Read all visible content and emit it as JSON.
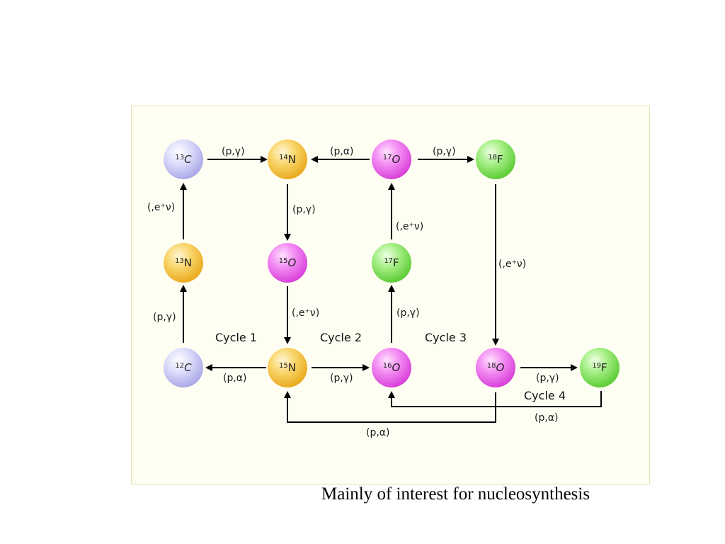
{
  "colors": {
    "blue": "#c7c6f3",
    "orange": "#f7c33b",
    "magenta": "#ef62ef",
    "green": "#7fe05a"
  },
  "nodes": {
    "c13": {
      "mass": "13",
      "symbol": "C",
      "color": "blue"
    },
    "n14": {
      "mass": "14",
      "symbol": "N",
      "color": "orange"
    },
    "o17": {
      "mass": "17",
      "symbol": "O",
      "color": "magenta"
    },
    "f18": {
      "mass": "18",
      "symbol": "F",
      "color": "green"
    },
    "n13": {
      "mass": "13",
      "symbol": "N",
      "color": "orange"
    },
    "o15": {
      "mass": "15",
      "symbol": "O",
      "color": "magenta"
    },
    "f17": {
      "mass": "17",
      "symbol": "F",
      "color": "green"
    },
    "c12": {
      "mass": "12",
      "symbol": "C",
      "color": "blue"
    },
    "n15": {
      "mass": "15",
      "symbol": "N",
      "color": "orange"
    },
    "o16": {
      "mass": "16",
      "symbol": "O",
      "color": "magenta"
    },
    "o18": {
      "mass": "18",
      "symbol": "O",
      "color": "magenta"
    },
    "f19": {
      "mass": "19",
      "symbol": "F",
      "color": "green"
    }
  },
  "reactions": {
    "c13_n14": "(p,γ)",
    "o17_n14": "(p,α)",
    "o17_f18": "(p,γ)",
    "n13_c13": "(,e⁺ν)",
    "n14_o15": "(p,γ)",
    "f17_o17": "(,e⁺ν)",
    "f18_o18": "(,e⁺ν)",
    "c12_n13": "(p,γ)",
    "o15_n15": "(,e⁺ν)",
    "o16_f17": "(p,γ)",
    "n15_c12": "(p,α)",
    "n15_o16": "(p,γ)",
    "o18_f19": "(p,γ)",
    "f19_o16": "(p,α)",
    "o18_n15": "(p,α)"
  },
  "cycles": {
    "cycle1": "Cycle 1",
    "cycle2": "Cycle 2",
    "cycle3": "Cycle 3",
    "cycle4": "Cycle 4"
  },
  "caption": "Mainly of interest for nucleosynthesis"
}
